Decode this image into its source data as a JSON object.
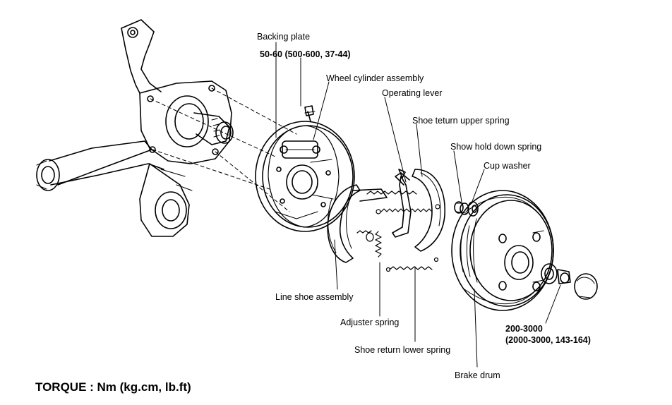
{
  "labels": {
    "backing_plate": "Backing plate",
    "torque_backing": "50-60 (500-600, 37-44)",
    "wheel_cylinder": "Wheel cylinder assembly",
    "operating_lever": "Operating lever",
    "shoe_return_upper": "Shoe teturn upper spring",
    "hold_down_spring": "Show hold down spring",
    "cup_washer": "Cup washer",
    "line_shoe": "Line shoe assembly",
    "adjuster_spring": "Adjuster spring",
    "shoe_return_lower": "Shoe return lower spring",
    "brake_drum": "Brake drum",
    "torque_nut_1": "200-3000",
    "torque_nut_2": "(2000-3000, 143-164)"
  },
  "footer": {
    "torque_units": "TORQUE : Nm (kg.cm, lb.ft)"
  },
  "colors": {
    "ink": "#000000",
    "paper": "#ffffff"
  }
}
